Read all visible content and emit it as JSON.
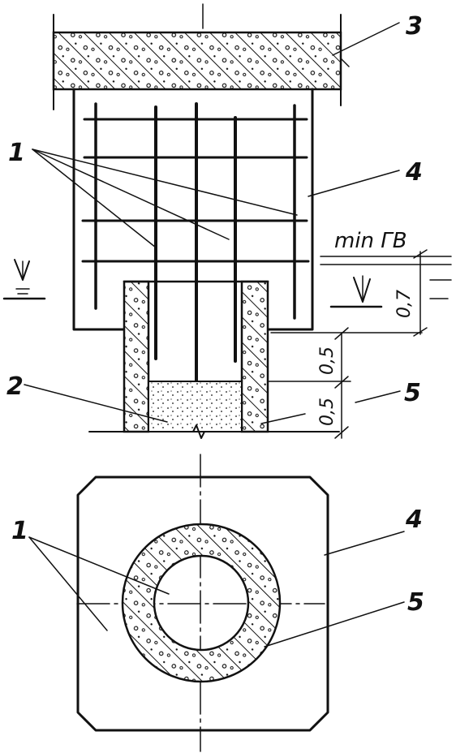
{
  "labels": {
    "rebar": "1",
    "sand": "2",
    "slab": "3",
    "column": "4",
    "pipe": "5"
  },
  "water_level": "min ГВ",
  "dimensions": {
    "depth_water": "0,7",
    "pipe_upper": "0,5",
    "pipe_lower": "0,5"
  }
}
